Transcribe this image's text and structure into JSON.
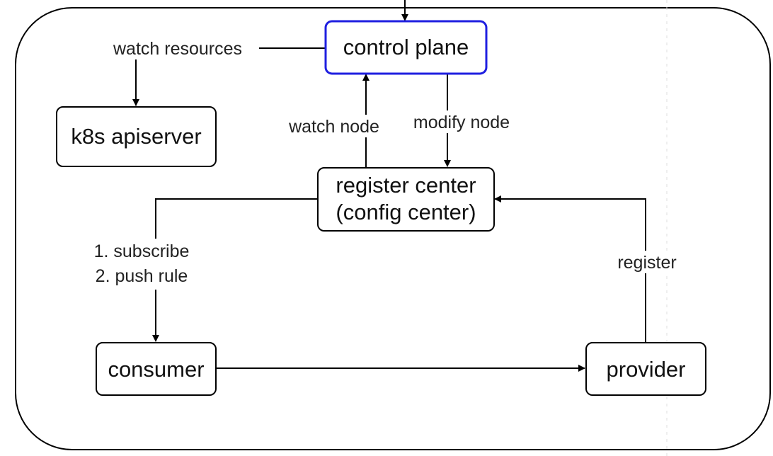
{
  "colors": {
    "line": "#000000",
    "highlight_border": "#1f1fe0",
    "background": "#ffffff"
  },
  "nodes": {
    "control_plane": {
      "label": "control plane",
      "highlighted": true
    },
    "k8s_apiserver": {
      "label": "k8s apiserver"
    },
    "register_center": {
      "line1": "register center",
      "line2": "(config center)"
    },
    "consumer": {
      "label": "consumer"
    },
    "provider": {
      "label": "provider"
    }
  },
  "edges": {
    "watch_resources": "watch resources",
    "watch_node": "watch node",
    "modify_node": "modify node",
    "subscribe": "1. subscribe",
    "push_rule": "2. push rule",
    "register": "register"
  }
}
